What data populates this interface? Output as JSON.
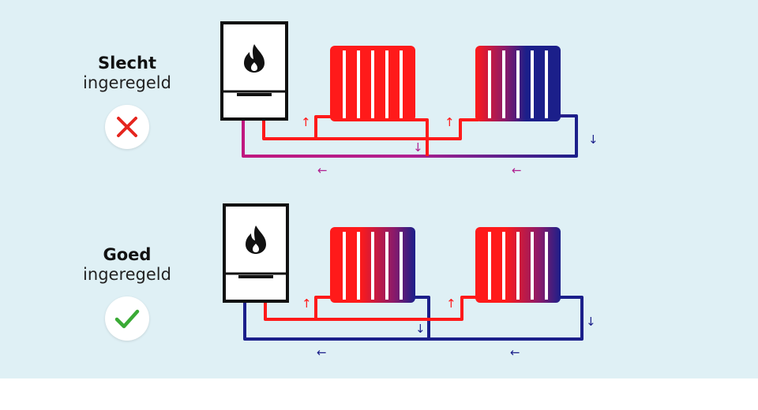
{
  "rows": [
    {
      "id": "bad",
      "title": "Slecht",
      "subtitle": "ingeregeld",
      "status_icon": "cross-icon",
      "status_color": "#e5261f",
      "return_color": "#b02090"
    },
    {
      "id": "good",
      "title": "Goed",
      "subtitle": "ingeregeld",
      "status_icon": "check-icon",
      "status_color": "#3aaa35",
      "return_color": "#1b1f8a"
    }
  ],
  "colors": {
    "background": "#dff0f5",
    "hot": "#ff1a1a",
    "cold": "#1b1f8a",
    "mixed": "#b02090",
    "boiler_outline": "#111111",
    "flame": "#111111"
  },
  "icons": {
    "boiler": "boiler-icon",
    "flame": "flame-icon",
    "up_arrow": "↑",
    "down_arrow": "↓",
    "left_arrow": "←"
  }
}
